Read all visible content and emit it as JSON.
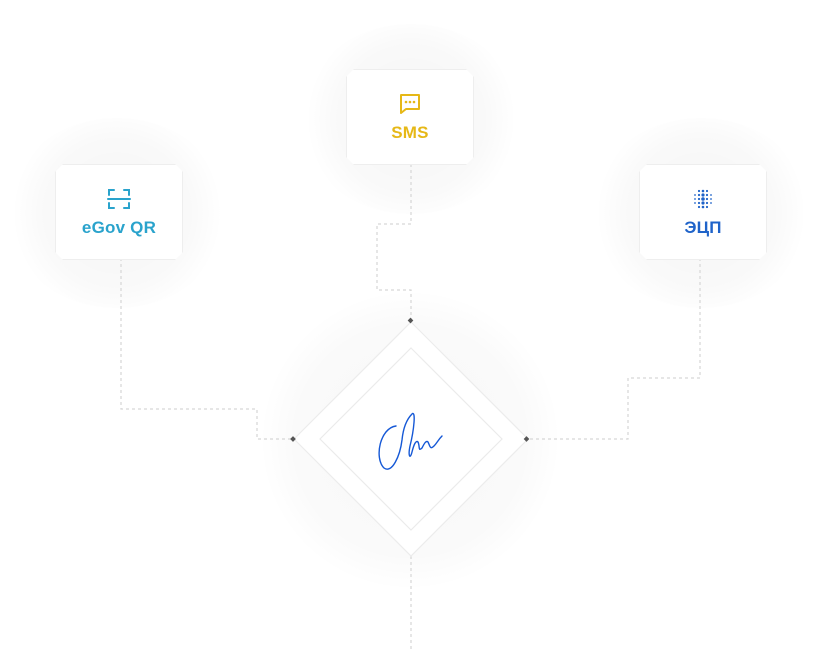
{
  "methods": [
    {
      "id": "sms",
      "label": "SMS",
      "icon": "message-dots-icon",
      "color": "#e6b817"
    },
    {
      "id": "egov",
      "label": "eGov QR",
      "icon": "qr-scan-icon",
      "color": "#2aa3cc"
    },
    {
      "id": "ecp",
      "label": "ЭЦП",
      "icon": "digital-signature-icon",
      "color": "#1f63c9"
    }
  ],
  "center": {
    "icon": "handwritten-signature-icon",
    "color": "#1558d6"
  },
  "colors": {
    "connector": "#d6d6d6",
    "node_dot": "#555555"
  }
}
